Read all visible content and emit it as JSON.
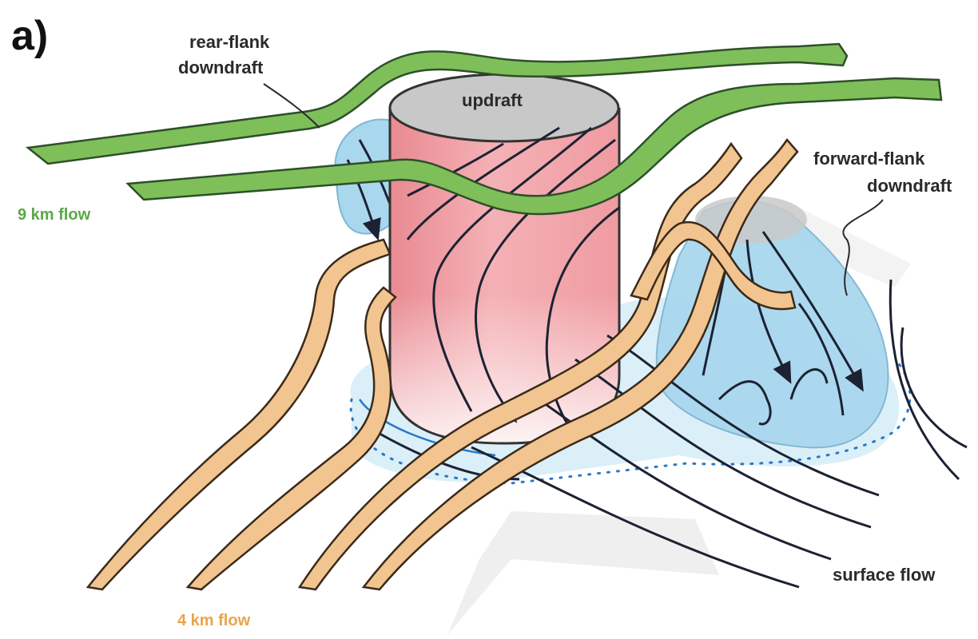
{
  "figure": {
    "panel_label": "a)",
    "labels": {
      "rear_flank": [
        "rear-flank",
        "downdraft"
      ],
      "updraft": "updraft",
      "forward_flank": [
        "forward-flank",
        "downdraft"
      ],
      "flow_9km": "9 km flow",
      "flow_4km": "4 km flow",
      "surface_flow": "surface flow"
    }
  },
  "colors": {
    "green_flow": "#7fbf5a",
    "green_text": "#5aa74a",
    "orange_flow": "#f2c48f",
    "orange_text": "#e9a44a",
    "updraft_body": "#f0a4a8",
    "updraft_top": "#c8c8c8",
    "downdraft": "#a9d7ee",
    "streamline": "#1c2233",
    "gust_front": "#2a78c8"
  }
}
